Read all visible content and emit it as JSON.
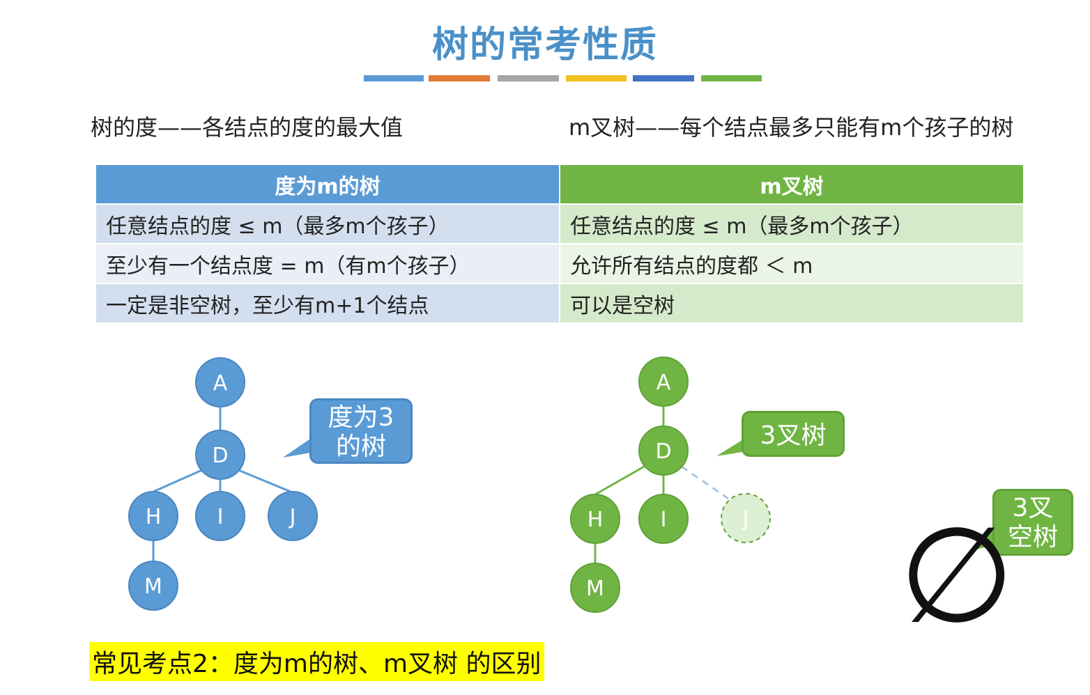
{
  "title": "树的常考性质",
  "accent_colors": [
    "#5b9bd5",
    "#e07a36",
    "#a6a6a6",
    "#f2c01f",
    "#4472c4",
    "#70b544"
  ],
  "definitions": {
    "left": "树的度——各结点的度的最大值",
    "right": "m叉树——每个结点最多只能有m个孩子的树"
  },
  "table": {
    "headers": [
      "度为m的树",
      "m叉树"
    ],
    "rows": [
      [
        "任意结点的度 ≤ m（最多m个孩子）",
        "任意结点的度 ≤ m（最多m个孩子）"
      ],
      [
        "至少有一个结点度 = m（有m个孩子）",
        "允许所有结点的度都 ＜ m"
      ],
      [
        "一定是非空树，至少有m+1个结点",
        "可以是空树"
      ]
    ]
  },
  "tree_left": {
    "color": "#5b9bd5",
    "nodes": [
      "A",
      "D",
      "H",
      "I",
      "J",
      "M"
    ]
  },
  "tree_right": {
    "color": "#70b544",
    "nodes": [
      "A",
      "D",
      "H",
      "I",
      "J",
      "M"
    ],
    "dashed_node": "J"
  },
  "callouts": {
    "left_line1": "度为3",
    "left_line2": "的树",
    "right": "3叉树",
    "empty_line1": "3叉",
    "empty_line2": "空树"
  },
  "empty_symbol": "∅",
  "highlight_text": "常见考点2：度为m的树、m叉树 的区别"
}
